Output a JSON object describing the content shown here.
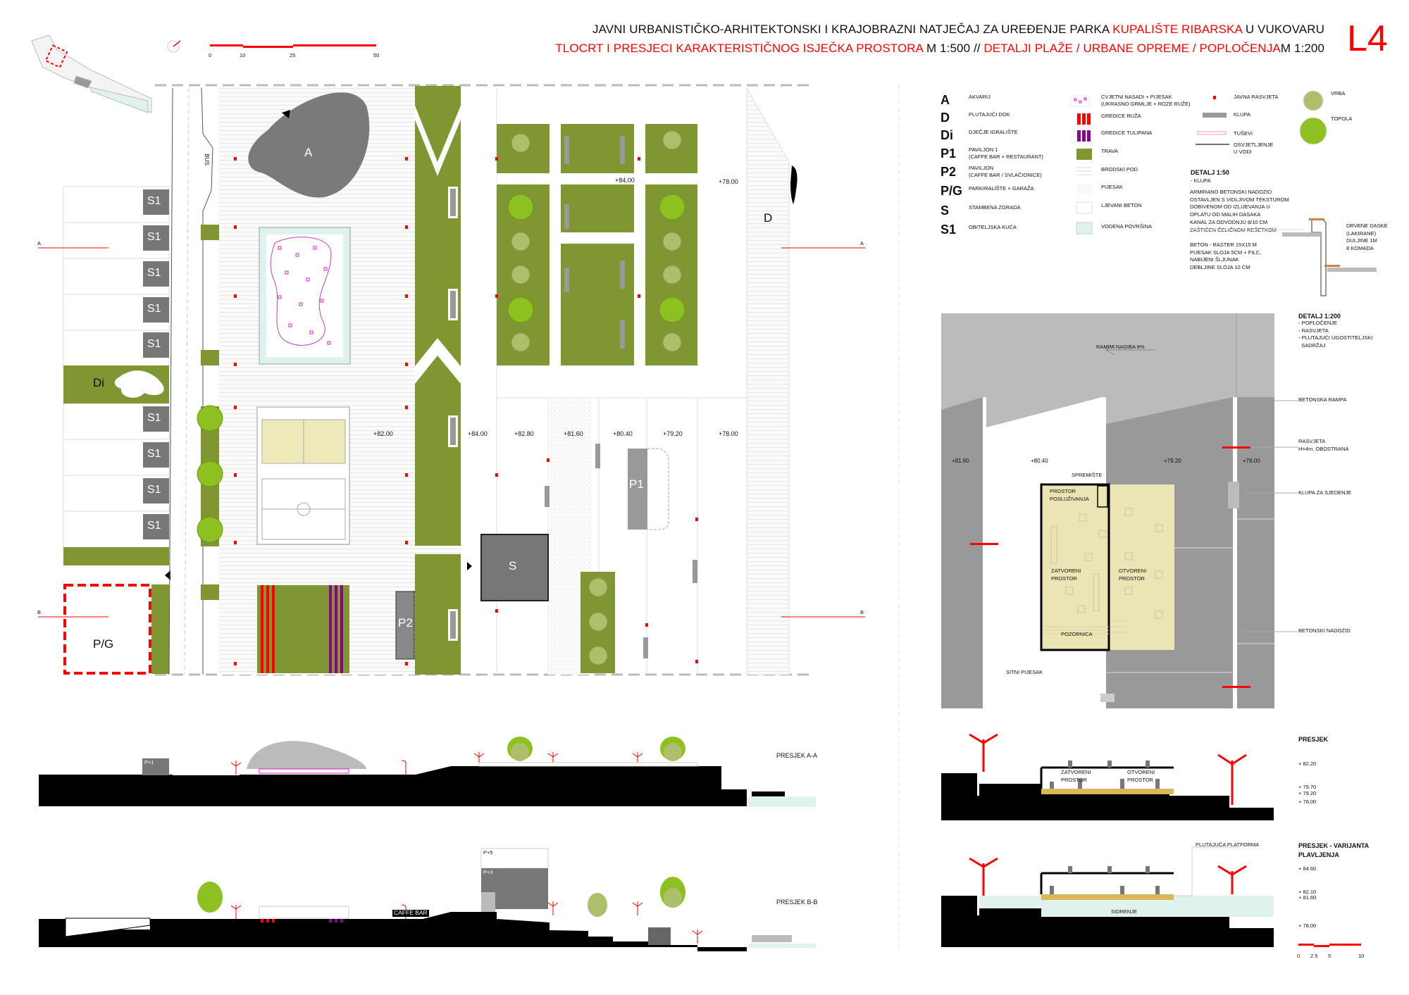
{
  "header": {
    "line1_black": "JAVNI URBANISTIČKO-ARHITEKTONSKI I KRAJOBRAZNI NATJEČAJ ZA UREĐENJE PARKA ",
    "line1_red": "KUPALIŠTE RIBARSKA",
    "line1_end": " U VUKOVARU",
    "line2_red1": "TLOCRT I PRESJECI KARAKTERISTIČNOG ISJEČKA PROSTORA",
    "line2_black1": "  M 1:500  // ",
    "line2_red2": "DETALJI PLAŽE / URBANE OPREME / POPLOČENJA",
    "line2_black2": "M 1:200",
    "sheet": "L4"
  },
  "scale_main": {
    "ticks": [
      "0",
      "10",
      "25",
      "50"
    ]
  },
  "scale_detail": {
    "ticks": [
      "0",
      "2.5",
      "5",
      "10"
    ]
  },
  "legend": {
    "codes": [
      {
        "code": "A",
        "label": "AKVARIJ"
      },
      {
        "code": "D",
        "label": "PLUTAJUĆI DOK"
      },
      {
        "code": "Di",
        "label": "DJEČJE IGRALIŠTE"
      },
      {
        "code": "P1",
        "label": "PAVILJON 1\n(CAFFE BAR + RESTAURANT)"
      },
      {
        "code": "P2",
        "label": "PAVILJON\n(CAFFE BAR / SVLAČIONICE)"
      },
      {
        "code": "P/G",
        "label": "PARKIRALIŠTE + GARAŽA"
      },
      {
        "code": "S",
        "label": "STAMBENA ZGRADA"
      },
      {
        "code": "S1",
        "label": "OBITELJSKA KUĆA"
      }
    ],
    "materials": [
      {
        "icon": "flower-bed-icon",
        "label": "CVJETNI NASADI + PIJESAK\n(UKRASNO GRMLJE + ROZE RUŽE)"
      },
      {
        "icon": "rose-bed-icon",
        "label": "GREDICE RUŽA",
        "color": "#ff0000"
      },
      {
        "icon": "tulip-bed-icon",
        "label": "GREDICE TULIPANA",
        "color": "#8b008b"
      },
      {
        "icon": "grass-icon",
        "label": "TRAVA",
        "color": "#7f9633"
      },
      {
        "icon": "deck-icon",
        "label": "BRODSKI POD"
      },
      {
        "icon": "sand-icon",
        "label": "PIJESAK"
      },
      {
        "icon": "concrete-icon",
        "label": "LJEVANI BETON"
      },
      {
        "icon": "water-icon",
        "label": "VODENA POVRŠINA",
        "color": "#dff2ee"
      }
    ],
    "equipment": [
      {
        "icon": "street-light-icon",
        "label": "JAVNA RASVJETA"
      },
      {
        "icon": "bench-icon",
        "label": "KLUPA"
      },
      {
        "icon": "shower-icon",
        "label": "TUŠEVI"
      },
      {
        "icon": "water-light-icon",
        "label": "OSVJETLJENJE\nU VODI"
      }
    ],
    "trees": [
      {
        "icon": "willow-icon",
        "label": "VRBA",
        "color": "#adbf6b"
      },
      {
        "icon": "poplar-icon",
        "label": "TOPOLA",
        "color": "#8dc021"
      }
    ]
  },
  "detail_150": {
    "title": "DETALJ 1:50",
    "subtitle": "- KLUPA",
    "note1": "ARMIRANO BETONSKI NADOZID\nOSTAVLJEN S VIDLJIVOM TEKSTUROM\nDOBIVENOM OD IZLIJEVANJA U\nOPLATU OD MALIH DASAKA",
    "note2": "KANAL ZA ODVODNJU 8/10 CM\nZAŠTIĆEN ČELIČNOM REŠETKOM",
    "note3": "BETON - RASTER 15X15 M\nPIJESAK SLOJA 5CM + FILC,\nNABIJENI ŠLJUNAK\nDEBLJINE SLOJA 10 CM",
    "note4": "DRVENE DASKE\n(LAKIRANE)\nDULJINE 1M\n8 KOMADA"
  },
  "detail_1200": {
    "title": "DETALJ 1:200",
    "items": "- POPLOČENJE\n- RASVJETA\n- PLUTAJUĆI UGOSTITELJSKI\n  SADRŽAJ",
    "ramp": "RAMPA NAGIBA 8%",
    "concrete_ramp": "BETONSKA RAMPA",
    "lighting": "RASVJETA\nH=4m, OBOSTRANA",
    "bench": "KLUPA ZA SJEDENJE",
    "wall": "BETONSKI NADOZID",
    "storage": "SPREMIŠTE",
    "service": "PROSTOR\nPOSLUŽIVANJA",
    "closed": "ZATVORENI\nPROSTOR",
    "open": "OTVORENI\nPROSTOR",
    "stage": "POZORNICA",
    "fine_sand": "SITNI PIJESAK",
    "levels": [
      "+81.60",
      "+80.40",
      "+79.20",
      "+78.00"
    ]
  },
  "sections_detail": {
    "s1_title": "PRESJEK",
    "s1_levels": [
      "+ 82.20",
      "+ 79.70",
      "+ 79.20",
      "+ 78.00"
    ],
    "s2_title": "PRESJEK - VARIJANTA\nPLAVLJENJA",
    "s2_levels": [
      "+ 84.60",
      "+ 82.10",
      "+ 81.60",
      "+ 78.00"
    ],
    "closed": "ZATVORENI\nPROSTOR",
    "open": "OTVORENI\nPROSTOR",
    "platform": "PLUTAJUĆA PLATFORMA",
    "anchoring": "SIDRENJE"
  },
  "plan": {
    "aquarium": "A",
    "dock": "D",
    "playground": "Di",
    "parking": "P/G",
    "residential": "S",
    "pavilion1": "P1",
    "pavilion2": "P2",
    "house": "S1",
    "bus": "BUS",
    "section_a": "A",
    "section_b": "B",
    "levels_row": [
      "+82.00",
      "+84.00",
      "+82.80",
      "+81.60",
      "+80.40",
      "+79.20",
      "+78.00"
    ],
    "level_park": "+84.00",
    "level_water": "+78.00"
  },
  "sections_main": {
    "aa_title": "PRESJEK A-A",
    "bb_title": "PRESJEK B-B",
    "p1": "P+1",
    "p5": "P+5",
    "p3": "P+3",
    "caffe": "CAFFE BAR"
  }
}
